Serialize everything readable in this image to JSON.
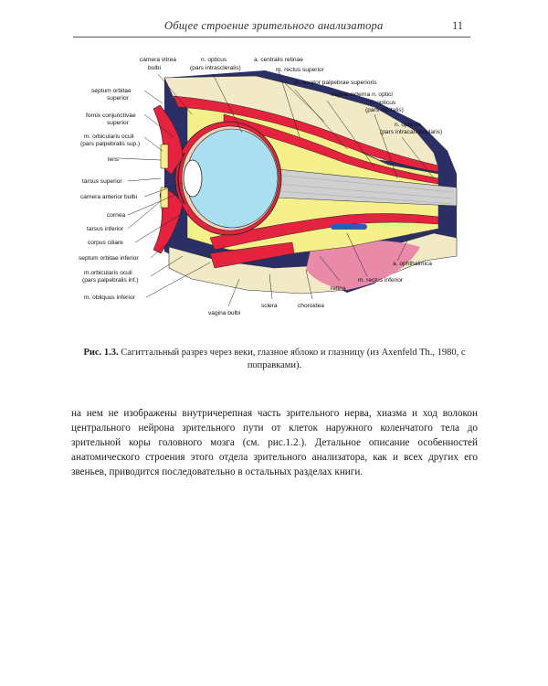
{
  "header": {
    "running_title": "Общее строение зрительного анализатора",
    "page_number": "11"
  },
  "figure": {
    "labels": {
      "camera_vitrea": "camera vitrea",
      "bulbi_top": "bulbi",
      "n_opticus_1": "n. opticus",
      "pars_intrascleralis": "(pars intrascleralis)",
      "a_centralis": "a. centralis retinae",
      "m_rectus_superior": "m. rectus superior",
      "m_levator": "m. levator palpebrae superioris",
      "vagina_externa": "vagina externa n. optici",
      "n_opticus_2": "n. opticus",
      "pars_orbitalis": "(pars orbitalis)",
      "n_opticus_3": "n. opticus",
      "pars_intracanalicularis": "(pars intracanalicularis)",
      "septum_orbitae": "septum orbitae",
      "superior_1": "superior",
      "fornix": "fornix conjunctivae",
      "superior_2": "superior",
      "m_orbicularis": "m. orbicularis oculi",
      "pars_palp_sup": "(pars palpebralis sup.)",
      "lens": "lens",
      "tarsus_superior": "tarsus superior",
      "camera_anterior": "camera anterior bulbi",
      "cornea": "cornea",
      "tarsus_inferior": "tarsus inferior",
      "corpus_ciliare": "corpus ciliare",
      "septum_inferior": "septum orbitae inferior",
      "m_orbicularis_2": "m.orbicularis oculi",
      "pars_palp_inf": "(pars palpebralis inf.)",
      "m_obliquus": "m. obliquus inferior",
      "vagina_bulbi": "vagina bulbi",
      "sclera": "sclera",
      "choroidea": "choroidea",
      "retina": "retina",
      "m_rectus_inferior": "m. rectus inferior",
      "a_ophthalmica": "a. ophthalmica"
    }
  },
  "caption": {
    "number": "Рис. 1.3.",
    "text": " Сагиттальный разрез через веки, глазное яблоко и глазницу (из Axenfeld Th., 1980, с поправками)."
  },
  "body": {
    "paragraph": "на нем не изображены внутричерепная часть зрительного нерва, хиазма и ход волокон центрального нейрона зрительного пути от клеток наружного коленчатого тела до зрительной коры головного мозга (см. рис.1.2.). Детальное описание особенностей анатомического строения этого отдела зрительного анализатора, как и всех других его звеньев, приводится последовательно в остальных разделах книги."
  },
  "colors": {
    "bone": "#f2e9c6",
    "fat": "#f6f08a",
    "muscle": "#e5233f",
    "vitreous": "#a9dff0",
    "nerve": "#c9c9c9",
    "dark": "#2b2f66",
    "vein": "#2a5cc0"
  }
}
